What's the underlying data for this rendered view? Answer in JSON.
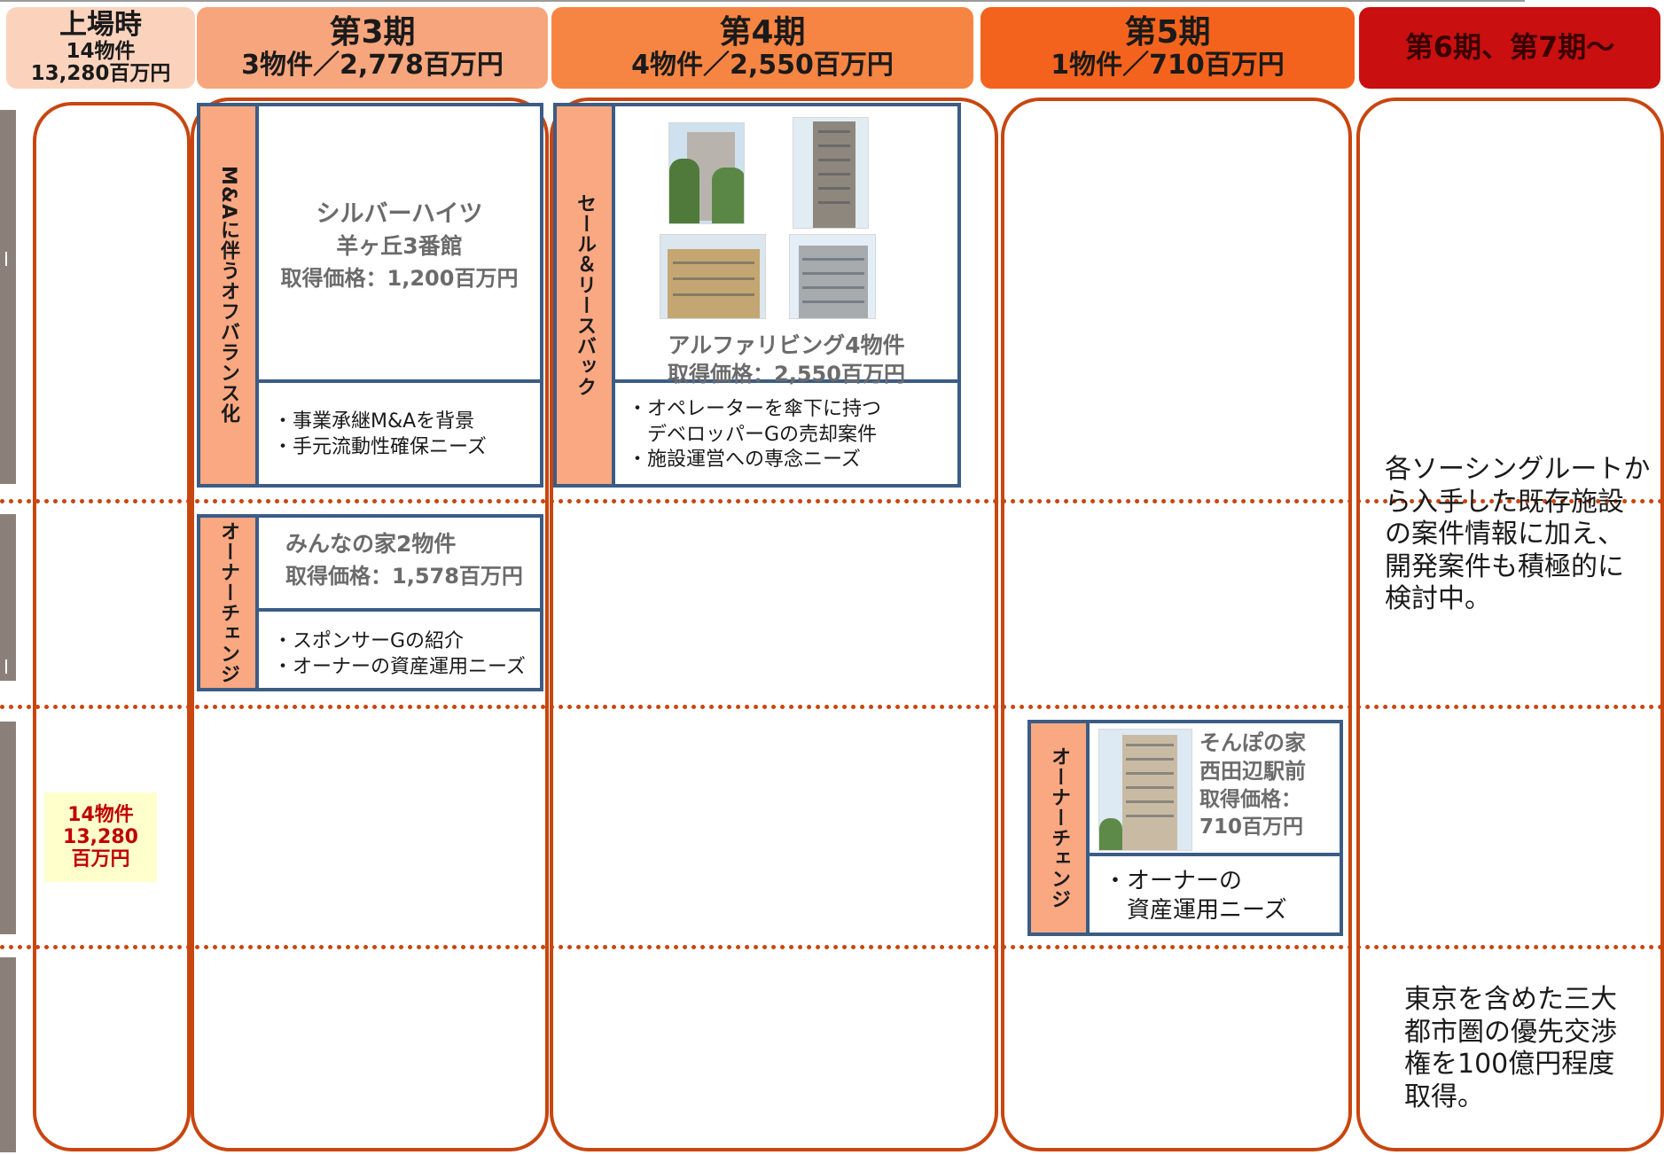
{
  "headers": [
    {
      "title": "上場時",
      "sub1": "14物件",
      "sub2": "13,280百万円"
    },
    {
      "title": "第3期",
      "sub1": "3物件／2,778百万円"
    },
    {
      "title": "第4期",
      "sub1": "4物件／2,550百万円"
    },
    {
      "title": "第5期",
      "sub1": "1物件／710百万円"
    },
    {
      "title": "第6期、第7期～"
    }
  ],
  "listing": {
    "line1": "14物件",
    "line2": "13,280",
    "line3": "百万円"
  },
  "deals": {
    "silver": {
      "tag": "M&Aに伴うオフバランス化",
      "name1": "シルバーハイツ",
      "name2": "羊ヶ丘3番館",
      "price": "取得価格：1,200百万円",
      "bullets": [
        "・事業承継M&Aを背景",
        "・手元流動性確保ニーズ"
      ]
    },
    "alpha": {
      "tag": "セール＆リースバック",
      "name": "アルファリビング4物件",
      "price": "取得価格：2,550百万円",
      "bullets": [
        "・オペレーターを傘下に持つ",
        "　デベロッパーGの売却案件",
        "・施設運営への専念ニーズ"
      ]
    },
    "minna": {
      "tag": "オーナーチェンジ",
      "name": "みんなの家2物件",
      "price": "取得価格：1,578百万円",
      "bullets": [
        "・スポンサーGの紹介",
        "・オーナーの資産運用ニーズ"
      ]
    },
    "sompo": {
      "tag": "オーナーチェンジ",
      "name1": "そんぽの家",
      "name2": "西田辺駅前",
      "price1": "取得価格：",
      "price2": "710百万円",
      "bullets": [
        "・オーナーの",
        "　資産運用ニーズ"
      ]
    }
  },
  "right_col": {
    "text1": [
      "各ソーシングルートか",
      "ら入手した既存施設",
      "の案件情報に加え、",
      "開発案件も積極的に",
      "検討中。"
    ],
    "text2": [
      "東京を含めた三大",
      "都市圏の優先交渉",
      "権を100億円程度",
      "取得。"
    ]
  },
  "colors": {
    "outline": "#c8460f",
    "deal_border": "#3b5c85",
    "tag_fill": "#f9a882",
    "header_listing": "#fbd3bd",
    "header_p3": "#f7a57c",
    "header_p4": "#f68543",
    "header_p5": "#f4631d",
    "header_p6": "#c90f0f",
    "sidebar": "#8b8079",
    "listing_fill": "#ffffcc",
    "listing_text": "#c00000"
  }
}
